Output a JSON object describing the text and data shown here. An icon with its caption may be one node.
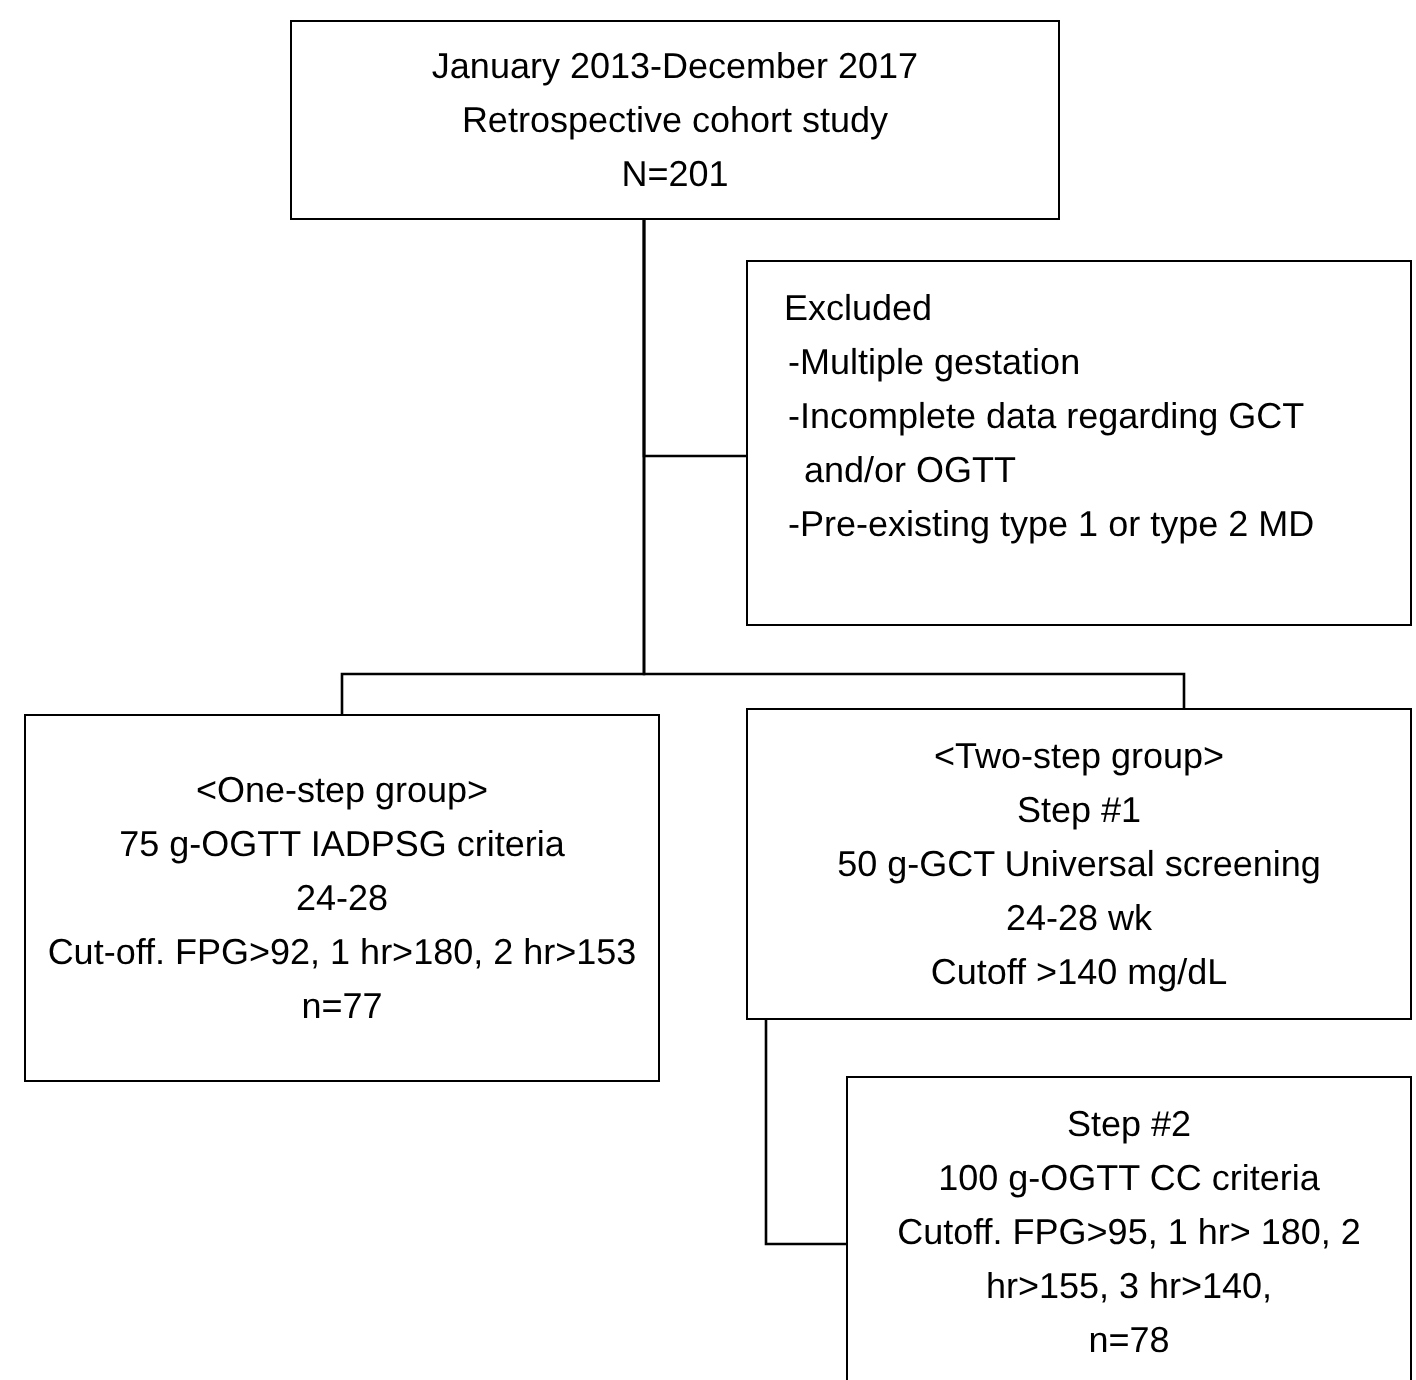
{
  "diagram": {
    "nodes": [
      {
        "text": [
          "January 2013-December 2017",
          "Retrospective cohort study",
          "N=201"
        ]
      },
      {
        "text": [
          "Excluded",
          "-Multiple gestation",
          "-Incomplete data regarding GCT and/or OGTT",
          "-Pre-existing type 1 or type 2 MD"
        ]
      },
      {
        "text": [
          "<One-step group>",
          "75 g-OGTT IADPSG criteria",
          "24-28",
          "Cut-off. FPG>92, 1 hr>180, 2 hr>153",
          "n=77"
        ]
      },
      {
        "text": [
          "<Two-step group>",
          "Step #1",
          "50 g-GCT Universal screening",
          "24-28 wk",
          "Cutoff >140 mg/dL"
        ]
      },
      {
        "text": [
          "Step #2",
          "100 g-OGTT CC criteria",
          "Cutoff. FPG>95, 1 hr> 180, 2 hr>155, 3 hr>140,",
          "n=78"
        ]
      }
    ],
    "edges": [
      {
        "from": 0,
        "to": 1,
        "arrow": "none"
      },
      {
        "from": 0,
        "to": 2,
        "arrow": "none"
      },
      {
        "from": 0,
        "to": 3,
        "arrow": "none"
      },
      {
        "from": 3,
        "to": 4,
        "arrow": "none"
      }
    ]
  }
}
